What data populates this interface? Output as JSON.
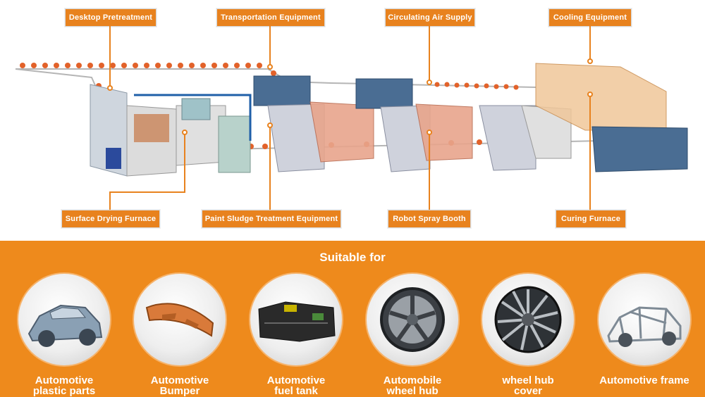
{
  "top_labels": [
    {
      "id": "desktop-pretreatment",
      "text": "Desktop Pretreatment"
    },
    {
      "id": "transportation-equipment",
      "text": "Transportation Equipment"
    },
    {
      "id": "circulating-air-supply",
      "text": "Circulating Air Supply"
    },
    {
      "id": "cooling-equipment",
      "text": "Cooling Equipment"
    }
  ],
  "bottom_labels": [
    {
      "id": "surface-drying-furnace",
      "text": "Surface Drying Furnace"
    },
    {
      "id": "paint-sludge-treatment-equipment",
      "text": "Paint Sludge Treatment Equipment"
    },
    {
      "id": "robot-spray-booth",
      "text": "Robot Spray Booth"
    },
    {
      "id": "curing-furnace",
      "text": "Curing Furnace"
    }
  ],
  "section_title": "Suitable for",
  "applications": [
    {
      "id": "plastic-parts",
      "line1": "Automotive",
      "line2": "plastic parts",
      "icon": "car-body-icon"
    },
    {
      "id": "bumper",
      "line1": "Automotive Bumper",
      "line2": "",
      "icon": "bumper-icon"
    },
    {
      "id": "fuel-tank",
      "line1": "Automotive",
      "line2": "fuel tank",
      "icon": "fuel-tank-icon"
    },
    {
      "id": "wheel-hub",
      "line1": "Automobile",
      "line2": "wheel hub",
      "icon": "alloy-wheel-icon"
    },
    {
      "id": "hub-cover",
      "line1": "wheel hub",
      "line2": "cover",
      "icon": "hub-cover-icon"
    },
    {
      "id": "frame",
      "line1": "Automotive frame",
      "line2": "",
      "icon": "car-frame-icon"
    }
  ],
  "colors": {
    "accent": "#e8821e",
    "band": "#ee8a1c"
  }
}
